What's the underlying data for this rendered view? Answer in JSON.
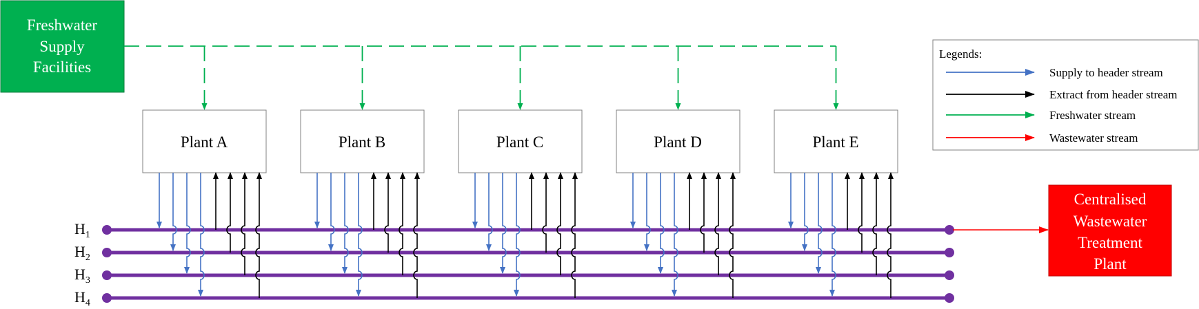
{
  "freshwater_supply": {
    "label_lines": [
      "Freshwater",
      "Supply",
      "Facilities"
    ],
    "color": "#00B050"
  },
  "wastewater_plant": {
    "label_lines": [
      "Centralised",
      "Wastewater",
      "Treatment",
      "Plant"
    ],
    "color": "#FF0000"
  },
  "plants": [
    {
      "name": "Plant A"
    },
    {
      "name": "Plant B"
    },
    {
      "name": "Plant C"
    },
    {
      "name": "Plant D"
    },
    {
      "name": "Plant E"
    }
  ],
  "headers": [
    {
      "label": "H",
      "subscript": "1"
    },
    {
      "label": "H",
      "subscript": "2"
    },
    {
      "label": "H",
      "subscript": "3"
    },
    {
      "label": "H",
      "subscript": "4"
    }
  ],
  "legend": {
    "title": "Legends:",
    "items": [
      {
        "label": "Supply to header stream",
        "color": "#4472C4"
      },
      {
        "label": "Extract from header stream",
        "color": "#000000"
      },
      {
        "label": "Freshwater stream",
        "color": "#00B050"
      },
      {
        "label": "Wastewater stream",
        "color": "#FF0000"
      }
    ]
  },
  "colors": {
    "header": "#7030A0",
    "supply": "#4472C4",
    "extract": "#000000",
    "freshwater": "#00B050",
    "wastewater": "#FF0000"
  }
}
